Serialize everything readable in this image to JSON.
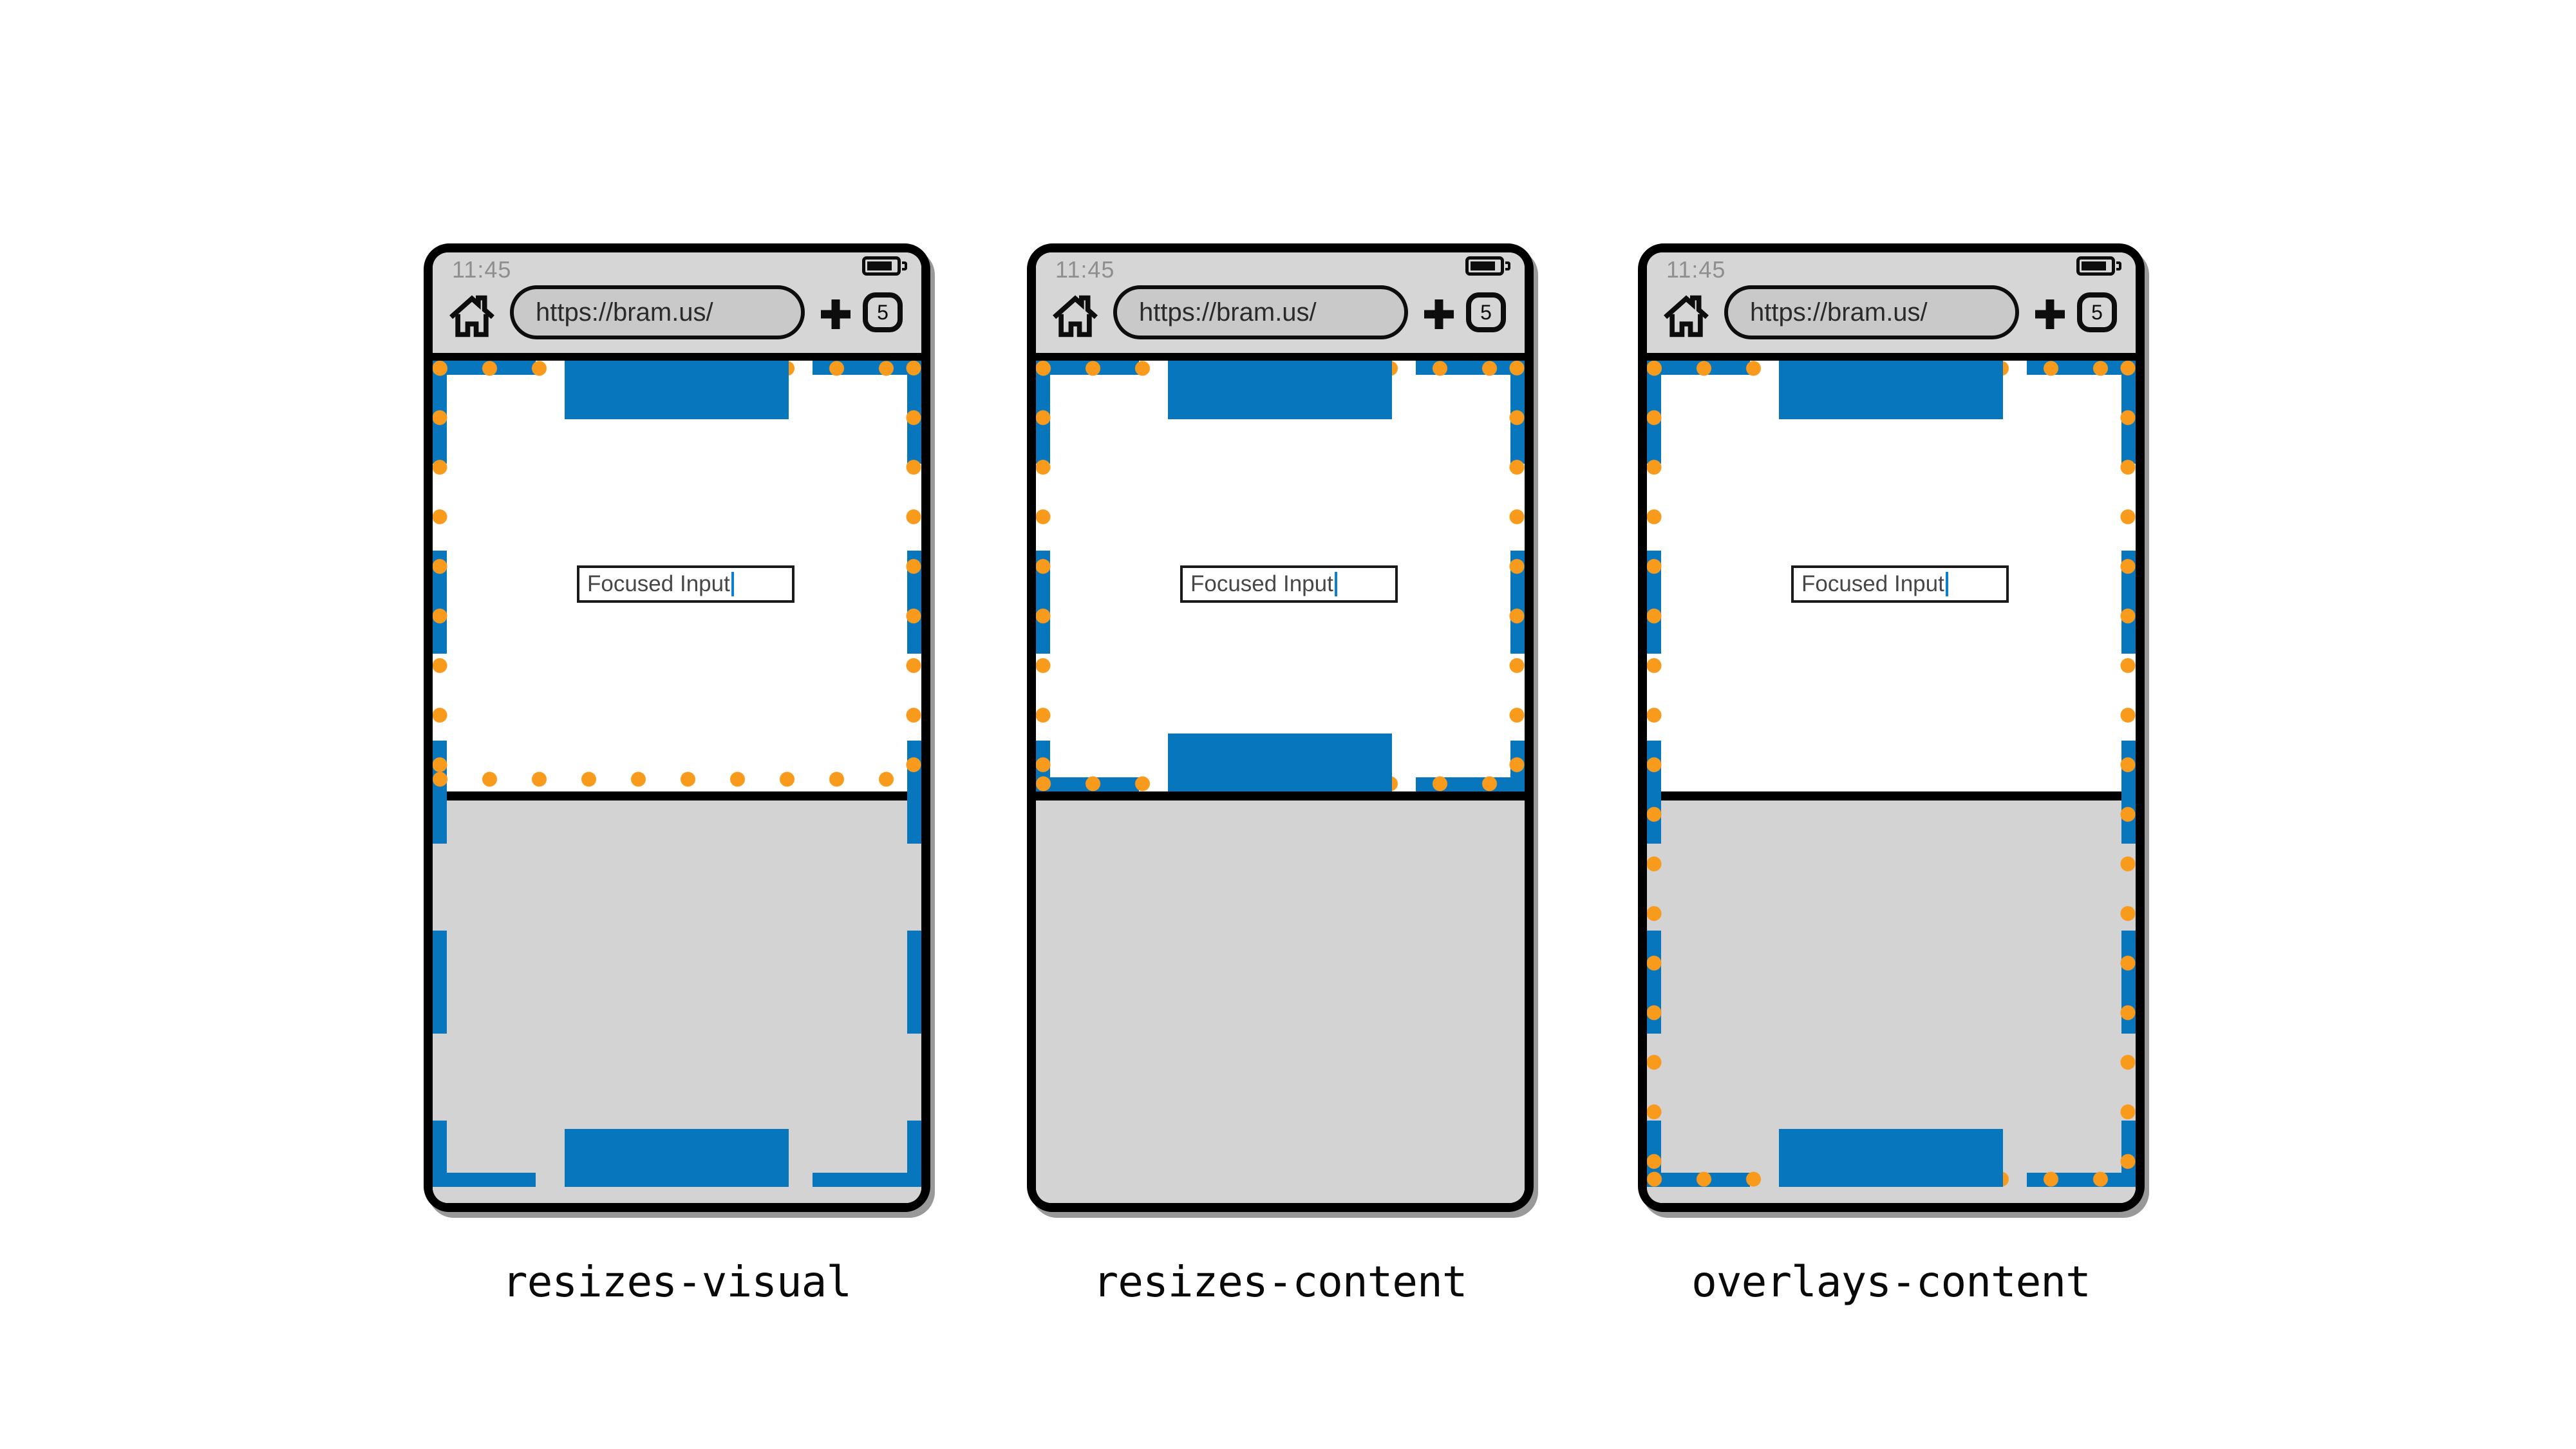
{
  "figure": {
    "title_hidden": "",
    "variants": [
      {
        "label": "resizes-visual"
      },
      {
        "label": "resizes-content"
      },
      {
        "label": "overlays-content"
      }
    ]
  },
  "browser": {
    "time": "11:45",
    "url": "https://bram.us/",
    "tab_count": "5"
  },
  "page": {
    "input_value": "Focused Input"
  },
  "icons": {
    "home": "home-icon",
    "battery": "battery-icon",
    "plus": "plus-icon",
    "caret": "text-caret"
  },
  "colors": {
    "blue": "#0776bd",
    "orange": "#f89a1b",
    "chrome_gray": "#d6d6d6",
    "keyboard_gray": "#d3d3d3",
    "url_pill_gray": "#c9c9c9"
  }
}
